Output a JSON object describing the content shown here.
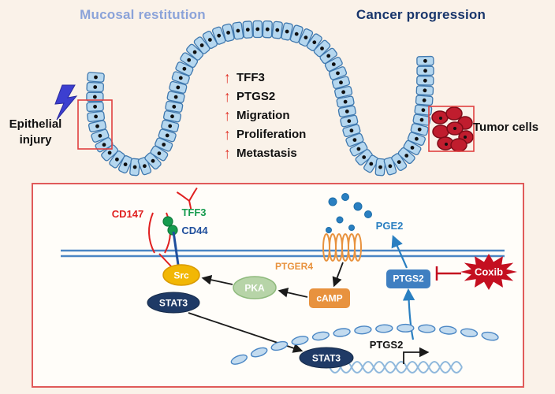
{
  "titles": {
    "left": "Mucosal restitution",
    "right": "Cancer progression"
  },
  "annotations": {
    "injury_line1": "Epithelial",
    "injury_line2": "injury",
    "tumor": "Tumor cells"
  },
  "upregulated": {
    "arrow": "↑",
    "items": [
      "TFF3",
      "PTGS2",
      "Migration",
      "Proliferation",
      "Metastasis"
    ]
  },
  "pathway": {
    "cd147": "CD147",
    "tff3": "TFF3",
    "cd44": "CD44",
    "src": "Src",
    "stat3_cytoplasm": "STAT3",
    "pka": "PKA",
    "camp": "cAMP",
    "ptger4": "PTGER4",
    "pge2": "PGE2",
    "ptgs2_protein": "PTGS2",
    "coxib": "Coxib",
    "stat3_nucleus": "STAT3",
    "ptgs2_gene": "PTGS2"
  },
  "icons": {
    "lightning": "injury-lightning-bolt",
    "antibody": "antibody-y-shape",
    "up_arrow": "red-up-arrow"
  },
  "colors": {
    "background": "#faf2e9",
    "restitution_title": "#8ba3d9",
    "progression_title": "#17356b",
    "upregulation_arrow": "#e02b20",
    "cell_fill": "#b5d7ef",
    "cell_stroke": "#3f78ae",
    "tumor_fill": "#c01d2e",
    "membrane": "#4a86c4",
    "cd147_red": "#e02020",
    "tff3_green": "#169b4e",
    "cd44_blue": "#1f4e9c",
    "src_fill": "#f2b705",
    "stat3_fill": "#1f3a66",
    "pka_fill": "#b7d4a8",
    "camp_fill": "#e8923e",
    "ptger4_orange": "#e8923e",
    "pge2_blue": "#2a7fc1",
    "ptgs2_fill": "#3f7fc1",
    "coxib_fill": "#c40f20",
    "frame_red": "#e05a5a"
  }
}
